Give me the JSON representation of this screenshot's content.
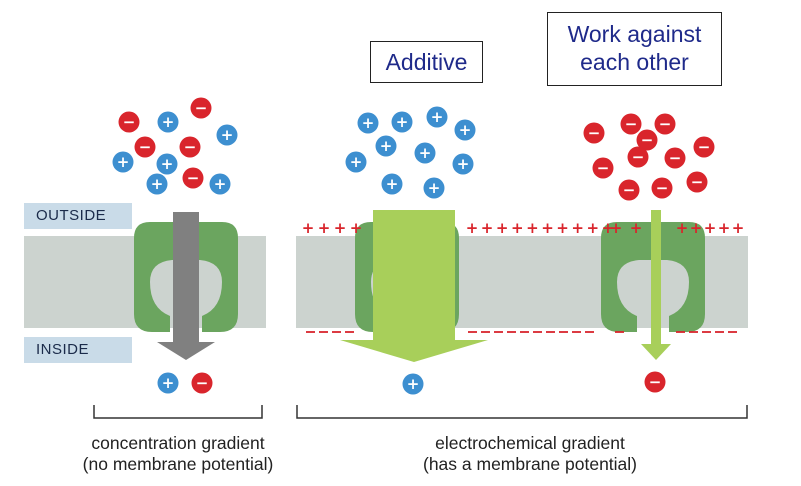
{
  "labels": {
    "outside": "OUTSIDE",
    "inside": "INSIDE",
    "additive": "Additive",
    "work_against_line1": "Work against",
    "work_against_line2": "each other",
    "concentration_line1": "concentration gradient",
    "concentration_line2": "(no membrane potential)",
    "electrochemical_line1": "electrochemical gradient",
    "electrochemical_line2": "(has a membrane potential)"
  },
  "symbols": {
    "plus": "+",
    "minus": "−"
  },
  "colors": {
    "positive_ion": "#3d8fd0",
    "negative_ion": "#d9252c",
    "membrane": "#ccd3cf",
    "channel": "#6ba55f",
    "gray_arrow": "#808080",
    "green_arrow": "#a8cf5a",
    "label_box": "#c9dbe8",
    "box_text": "#1f2a8a"
  }
}
